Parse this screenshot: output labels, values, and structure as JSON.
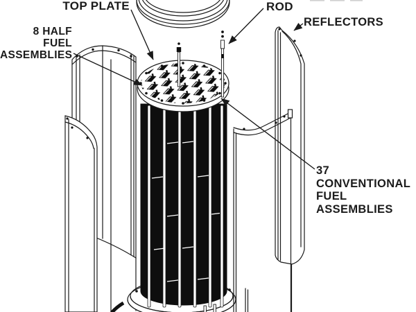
{
  "diagram": {
    "type": "reactor-core-exploded-view",
    "labels": {
      "top_plate": "TOP PLATE",
      "rod": "ROD",
      "reflectors": "REFLECTORS",
      "half_fuel_assemblies": "8 HALF\nFUEL\nASSEMBLIES",
      "conventional_fuel_assemblies": "37\nCONVENTIONAL\nFUEL\nASSEMBLIES"
    },
    "colors": {
      "ink": "#1a1a1a",
      "core_fill": "#0e0e0e",
      "background": "#ffffff"
    }
  }
}
